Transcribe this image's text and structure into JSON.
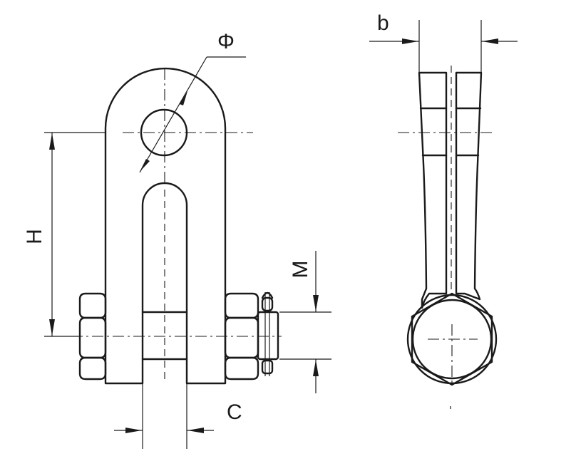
{
  "diagram": {
    "labels": {
      "phi": "Φ",
      "h": "H",
      "m": "M",
      "c": "C",
      "b": "b"
    },
    "colors": {
      "line": "#1a1a1a",
      "background": "#ffffff"
    }
  }
}
